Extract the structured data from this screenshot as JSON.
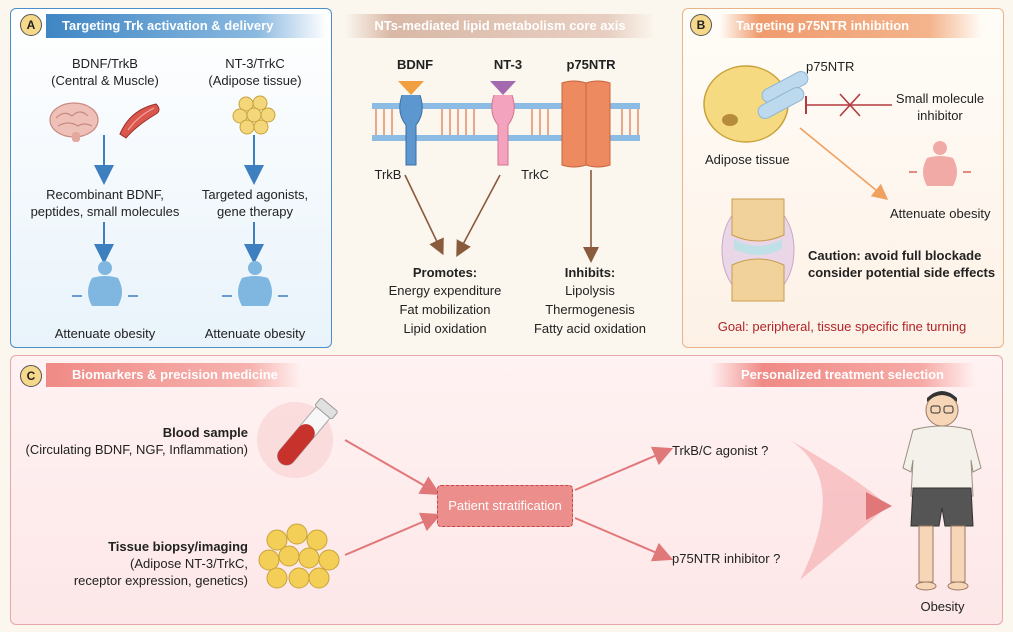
{
  "panel_a": {
    "badge": "A",
    "header": "Targeting Trk activation & delivery",
    "left_col": {
      "title_line1": "BDNF/TrkB",
      "title_line2": "(Central & Muscle)",
      "mid_line1": "Recombinant BDNF,",
      "mid_line2": "peptides, small molecules",
      "result": "Attenuate obesity"
    },
    "right_col": {
      "title_line1": "NT-3/TrkC",
      "title_line2": "(Adipose tissue)",
      "mid_line1": "Targeted agonists,",
      "mid_line2": "gene therapy",
      "result": "Attenuate obesity"
    }
  },
  "center": {
    "header": "NTs-mediated lipid metabolism core axis",
    "receptors": {
      "bdnf": "BDNF",
      "nt3": "NT-3",
      "p75": "p75NTR",
      "trkb": "TrkB",
      "trkc": "TrkC"
    },
    "promotes": {
      "title": "Promotes:",
      "items": [
        "Energy expenditure",
        "Fat mobilization",
        "Lipid oxidation"
      ]
    },
    "inhibits": {
      "title": "Inhibits:",
      "items": [
        "Lipolysis",
        "Thermogenesis",
        "Fatty acid oxidation"
      ]
    }
  },
  "panel_b": {
    "badge": "B",
    "header": "Targeting p75NTR inhibition",
    "receptor_label": "p75NTR",
    "inhibitor_line1": "Small molecule",
    "inhibitor_line2": "inhibitor",
    "adipose_label": "Adipose tissue",
    "result": "Attenuate obesity",
    "caution_line1": "Caution: avoid full blockade",
    "caution_line2": "consider potential side effects",
    "goal": "Goal: peripheral, tissue specific fine turning"
  },
  "panel_c": {
    "badge": "C",
    "header_left": "Biomarkers & precision medicine",
    "header_right": "Personalized treatment selection",
    "blood_title": "Blood sample",
    "blood_detail": "(Circulating BDNF, NGF, Inflammation)",
    "tissue_title": "Tissue biopsy/imaging",
    "tissue_detail_line1": "(Adipose NT-3/TrkC,",
    "tissue_detail_line2": "receptor expression, genetics)",
    "stratification": "Patient stratification",
    "option1": "TrkB/C agonist ?",
    "option2": "p75NTR inhibitor ?",
    "patient_label": "Obesity"
  },
  "colors": {
    "panel_a_border": "#4a8fc9",
    "panel_b_border": "#e9b48a",
    "panel_c_border": "#e6a6aa",
    "goal_text": "#b0252a",
    "arrow_blue": "#3d7fbf",
    "arrow_brown": "#8a5a3c",
    "arrow_red": "#e0787a"
  },
  "icons": [
    "brain-icon",
    "muscle-icon",
    "adipocyte-cluster-icon",
    "body-silhouette-icon",
    "membrane-icon",
    "adipocyte-icon",
    "inhibitor-cross-icon",
    "joint-icon",
    "blood-tube-icon",
    "tissue-biopsy-icon",
    "patient-figure-icon"
  ]
}
